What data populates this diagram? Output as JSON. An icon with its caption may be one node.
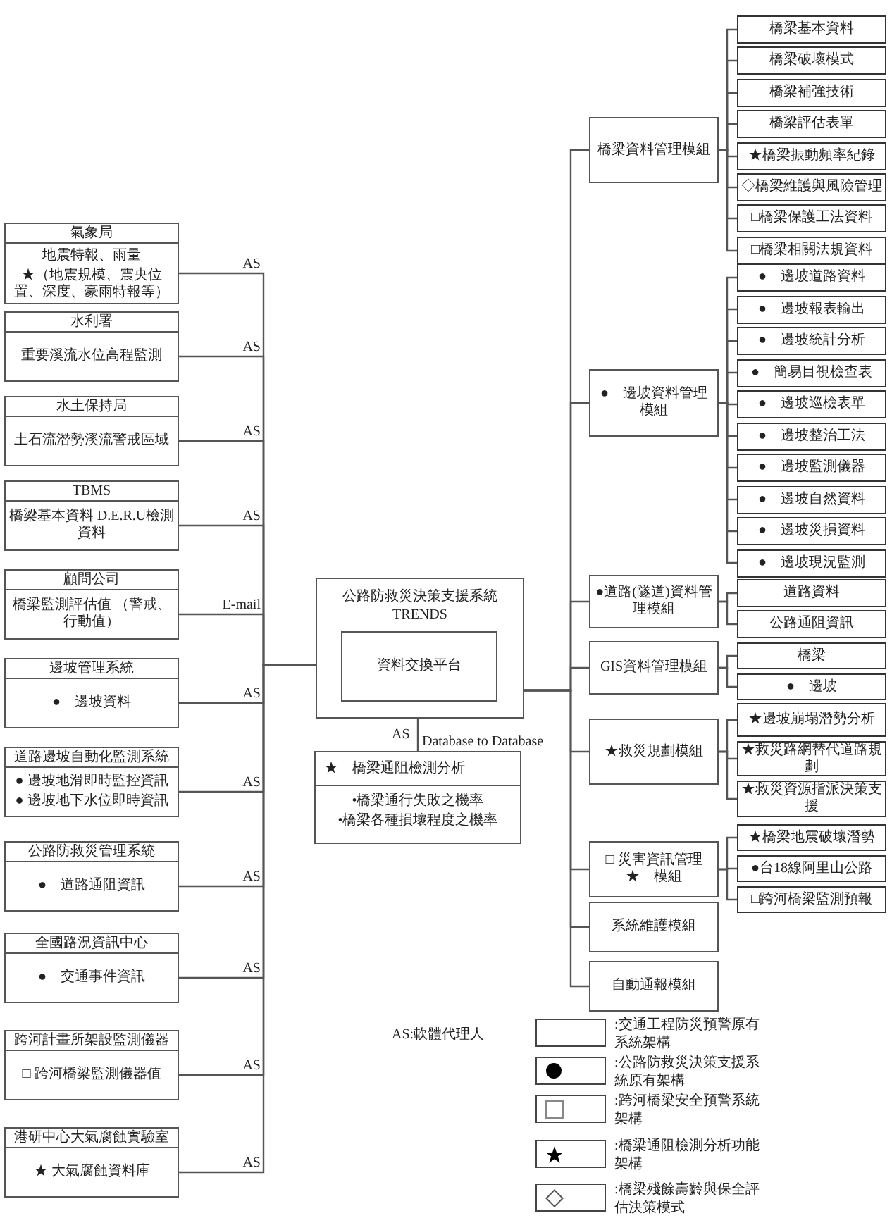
{
  "diagram": {
    "nodes": [
      {
        "text": [
          "氣象局",
          "地震特報、雨量",
          "★（地震規模、震央位置、深度、豪雨特報等）"
        ]
      },
      {
        "text": [
          "水利署",
          "重要溪流水位高程監測"
        ]
      },
      {
        "text": [
          "水土保持局",
          "土石流潛勢溪流警戒區域"
        ]
      },
      {
        "text": [
          "TBMS",
          "橋梁基本資料 D.E.R.U檢測資料"
        ]
      },
      {
        "text": [
          "顧問公司",
          "橋梁監測評估值 （警戒、行動值）"
        ]
      },
      {
        "text": [
          "邊坡管理系統",
          "●　邊坡資料"
        ]
      },
      {
        "text": [
          "道路邊坡自動化監測系統",
          "● 邊坡地滑即時監控資訊",
          "● 邊坡地下水位即時資訊"
        ]
      },
      {
        "text": [
          "公路防救災管理系統",
          "●　道路通阻資訊"
        ]
      },
      {
        "text": [
          "全國路況資訊中心",
          "●　交通事件資訊"
        ]
      },
      {
        "text": [
          "跨河計畫所架設監測儀器",
          "□ 跨河橋梁監測儀器值"
        ]
      },
      {
        "text": [
          "港研中心大氣腐蝕實驗室",
          "★ 大氣腐蝕資料庫"
        ]
      },
      {
        "text": [
          "公路防救災決策支援系統 TRENDS"
        ]
      },
      {
        "text": [
          "資料交換平台"
        ],
        "in": 11
      },
      {
        "text": [
          "★　橋梁通阻檢測分析",
          "•橋梁通行失敗之機率",
          "•橋梁各種損壞程度之機率"
        ]
      },
      {
        "text": [
          "橋梁資料管理模組"
        ]
      },
      {
        "text": [
          "橋梁基本資料"
        ]
      },
      {
        "text": [
          "橋梁破壞模式"
        ]
      },
      {
        "text": [
          "橋梁補強技術"
        ]
      },
      {
        "text": [
          "橋梁評估表單"
        ]
      },
      {
        "text": [
          "★橋梁振動頻率紀錄"
        ]
      },
      {
        "text": [
          "◇橋梁維護與風險管理"
        ]
      },
      {
        "text": [
          "□橋梁保護工法資料"
        ]
      },
      {
        "text": [
          "□橋梁相關法規資料"
        ]
      },
      {
        "text": [
          "●　邊坡資料管理模組"
        ]
      },
      {
        "text": [
          "●　邊坡道路資料"
        ]
      },
      {
        "text": [
          "●　邊坡報表輸出"
        ]
      },
      {
        "text": [
          "●　邊坡統計分析"
        ]
      },
      {
        "text": [
          "●　簡易目視檢查表"
        ]
      },
      {
        "text": [
          "●　邊坡巡檢表單"
        ]
      },
      {
        "text": [
          "●　邊坡整治工法"
        ]
      },
      {
        "text": [
          "●　邊坡監測儀器"
        ]
      },
      {
        "text": [
          "●　邊坡自然資料"
        ]
      },
      {
        "text": [
          "●　邊坡災損資料"
        ]
      },
      {
        "text": [
          "●　邊坡現況監測"
        ]
      },
      {
        "text": [
          "●道路(隧道)資料管理模組"
        ]
      },
      {
        "text": [
          "道路資料"
        ]
      },
      {
        "text": [
          "公路通阻資訊"
        ]
      },
      {
        "text": [
          "GIS資料管理模組"
        ]
      },
      {
        "text": [
          "橋梁"
        ]
      },
      {
        "text": [
          "●　邊坡"
        ]
      },
      {
        "text": [
          "★救災規劃模組"
        ]
      },
      {
        "text": [
          "★邊坡崩塌潛勢分析"
        ]
      },
      {
        "text": [
          "★救災路網替代道路規劃"
        ]
      },
      {
        "text": [
          "★救災資源指派決策支援"
        ]
      },
      {
        "text": [
          "□ 災害資訊管理",
          "★　模組"
        ]
      },
      {
        "text": [
          "★橋梁地震破壞潛勢"
        ]
      },
      {
        "text": [
          "●台18線阿里山公路"
        ]
      },
      {
        "text": [
          "□跨河橋梁監測預報"
        ]
      },
      {
        "text": [
          "系統維護模組"
        ]
      },
      {
        "text": [
          "自動通報模組"
        ]
      }
    ],
    "edges": [
      {
        "from": 0,
        "to": 12,
        "arrow": "none",
        "label": "AS"
      },
      {
        "from": 1,
        "to": 12,
        "arrow": "none",
        "label": "AS"
      },
      {
        "from": 2,
        "to": 12,
        "arrow": "none",
        "label": "AS"
      },
      {
        "from": 3,
        "to": 12,
        "arrow": "none",
        "label": "AS"
      },
      {
        "from": 4,
        "to": 12,
        "arrow": "none",
        "label": "E-mail"
      },
      {
        "from": 5,
        "to": 12,
        "arrow": "none",
        "label": "AS"
      },
      {
        "from": 6,
        "to": 12,
        "arrow": "none",
        "label": "AS"
      },
      {
        "from": 7,
        "to": 12,
        "arrow": "none",
        "label": "AS"
      },
      {
        "from": 8,
        "to": 12,
        "arrow": "none",
        "label": "AS"
      },
      {
        "from": 9,
        "to": 12,
        "arrow": "none",
        "label": "AS"
      },
      {
        "from": 10,
        "to": 12,
        "arrow": "none",
        "label": "AS"
      },
      {
        "from": 12,
        "to": 13,
        "arrow": "none",
        "label": "Database to Database"
      },
      {
        "from": 11,
        "to": 14,
        "arrow": "none"
      },
      {
        "from": 11,
        "to": 23,
        "arrow": "none"
      },
      {
        "from": 11,
        "to": 34,
        "arrow": "none"
      },
      {
        "from": 11,
        "to": 37,
        "arrow": "none"
      },
      {
        "from": 11,
        "to": 40,
        "arrow": "none"
      },
      {
        "from": 11,
        "to": 44,
        "arrow": "none"
      },
      {
        "from": 11,
        "to": 48,
        "arrow": "none"
      },
      {
        "from": 11,
        "to": 49,
        "arrow": "none"
      },
      {
        "from": 14,
        "to": 15,
        "arrow": "none"
      },
      {
        "from": 14,
        "to": 16,
        "arrow": "none"
      },
      {
        "from": 14,
        "to": 17,
        "arrow": "none"
      },
      {
        "from": 14,
        "to": 18,
        "arrow": "none"
      },
      {
        "from": 14,
        "to": 19,
        "arrow": "none"
      },
      {
        "from": 14,
        "to": 20,
        "arrow": "none"
      },
      {
        "from": 14,
        "to": 21,
        "arrow": "none"
      },
      {
        "from": 14,
        "to": 22,
        "arrow": "none"
      },
      {
        "from": 23,
        "to": 24,
        "arrow": "none"
      },
      {
        "from": 23,
        "to": 25,
        "arrow": "none"
      },
      {
        "from": 23,
        "to": 26,
        "arrow": "none"
      },
      {
        "from": 23,
        "to": 27,
        "arrow": "none"
      },
      {
        "from": 23,
        "to": 28,
        "arrow": "none"
      },
      {
        "from": 23,
        "to": 29,
        "arrow": "none"
      },
      {
        "from": 23,
        "to": 30,
        "arrow": "none"
      },
      {
        "from": 23,
        "to": 31,
        "arrow": "none"
      },
      {
        "from": 23,
        "to": 32,
        "arrow": "none"
      },
      {
        "from": 23,
        "to": 33,
        "arrow": "none"
      },
      {
        "from": 34,
        "to": 35,
        "arrow": "none"
      },
      {
        "from": 34,
        "to": 36,
        "arrow": "none"
      },
      {
        "from": 37,
        "to": 38,
        "arrow": "none"
      },
      {
        "from": 37,
        "to": 39,
        "arrow": "none"
      },
      {
        "from": 40,
        "to": 41,
        "arrow": "none"
      },
      {
        "from": 40,
        "to": 42,
        "arrow": "none"
      },
      {
        "from": 40,
        "to": 43,
        "arrow": "none"
      },
      {
        "from": 44,
        "to": 45,
        "arrow": "none"
      },
      {
        "from": 44,
        "to": 46,
        "arrow": "none"
      },
      {
        "from": 44,
        "to": 47,
        "arrow": "none"
      }
    ],
    "labels": [
      "AS",
      "AS:軟體代理人"
    ],
    "legend": [
      {
        "text": ":交通工程防災預警原有系統架構"
      },
      {
        "text": ":公路防救災決策支援系統原有架構"
      },
      {
        "text": ":跨河橋梁安全預警系統架構"
      },
      {
        "text": ":橋梁通阻檢測分析功能架構"
      },
      {
        "text": ":橋梁殘餘壽齡與保全評估決策模式"
      }
    ]
  }
}
